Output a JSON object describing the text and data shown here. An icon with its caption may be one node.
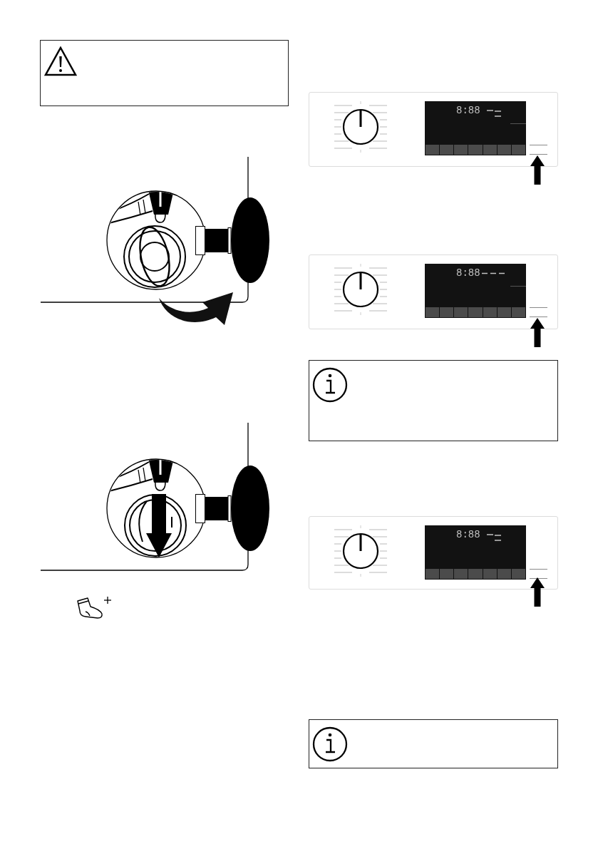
{
  "diagram": {
    "labels": [
      "8:88",
      "8:88",
      "8:88"
    ]
  }
}
